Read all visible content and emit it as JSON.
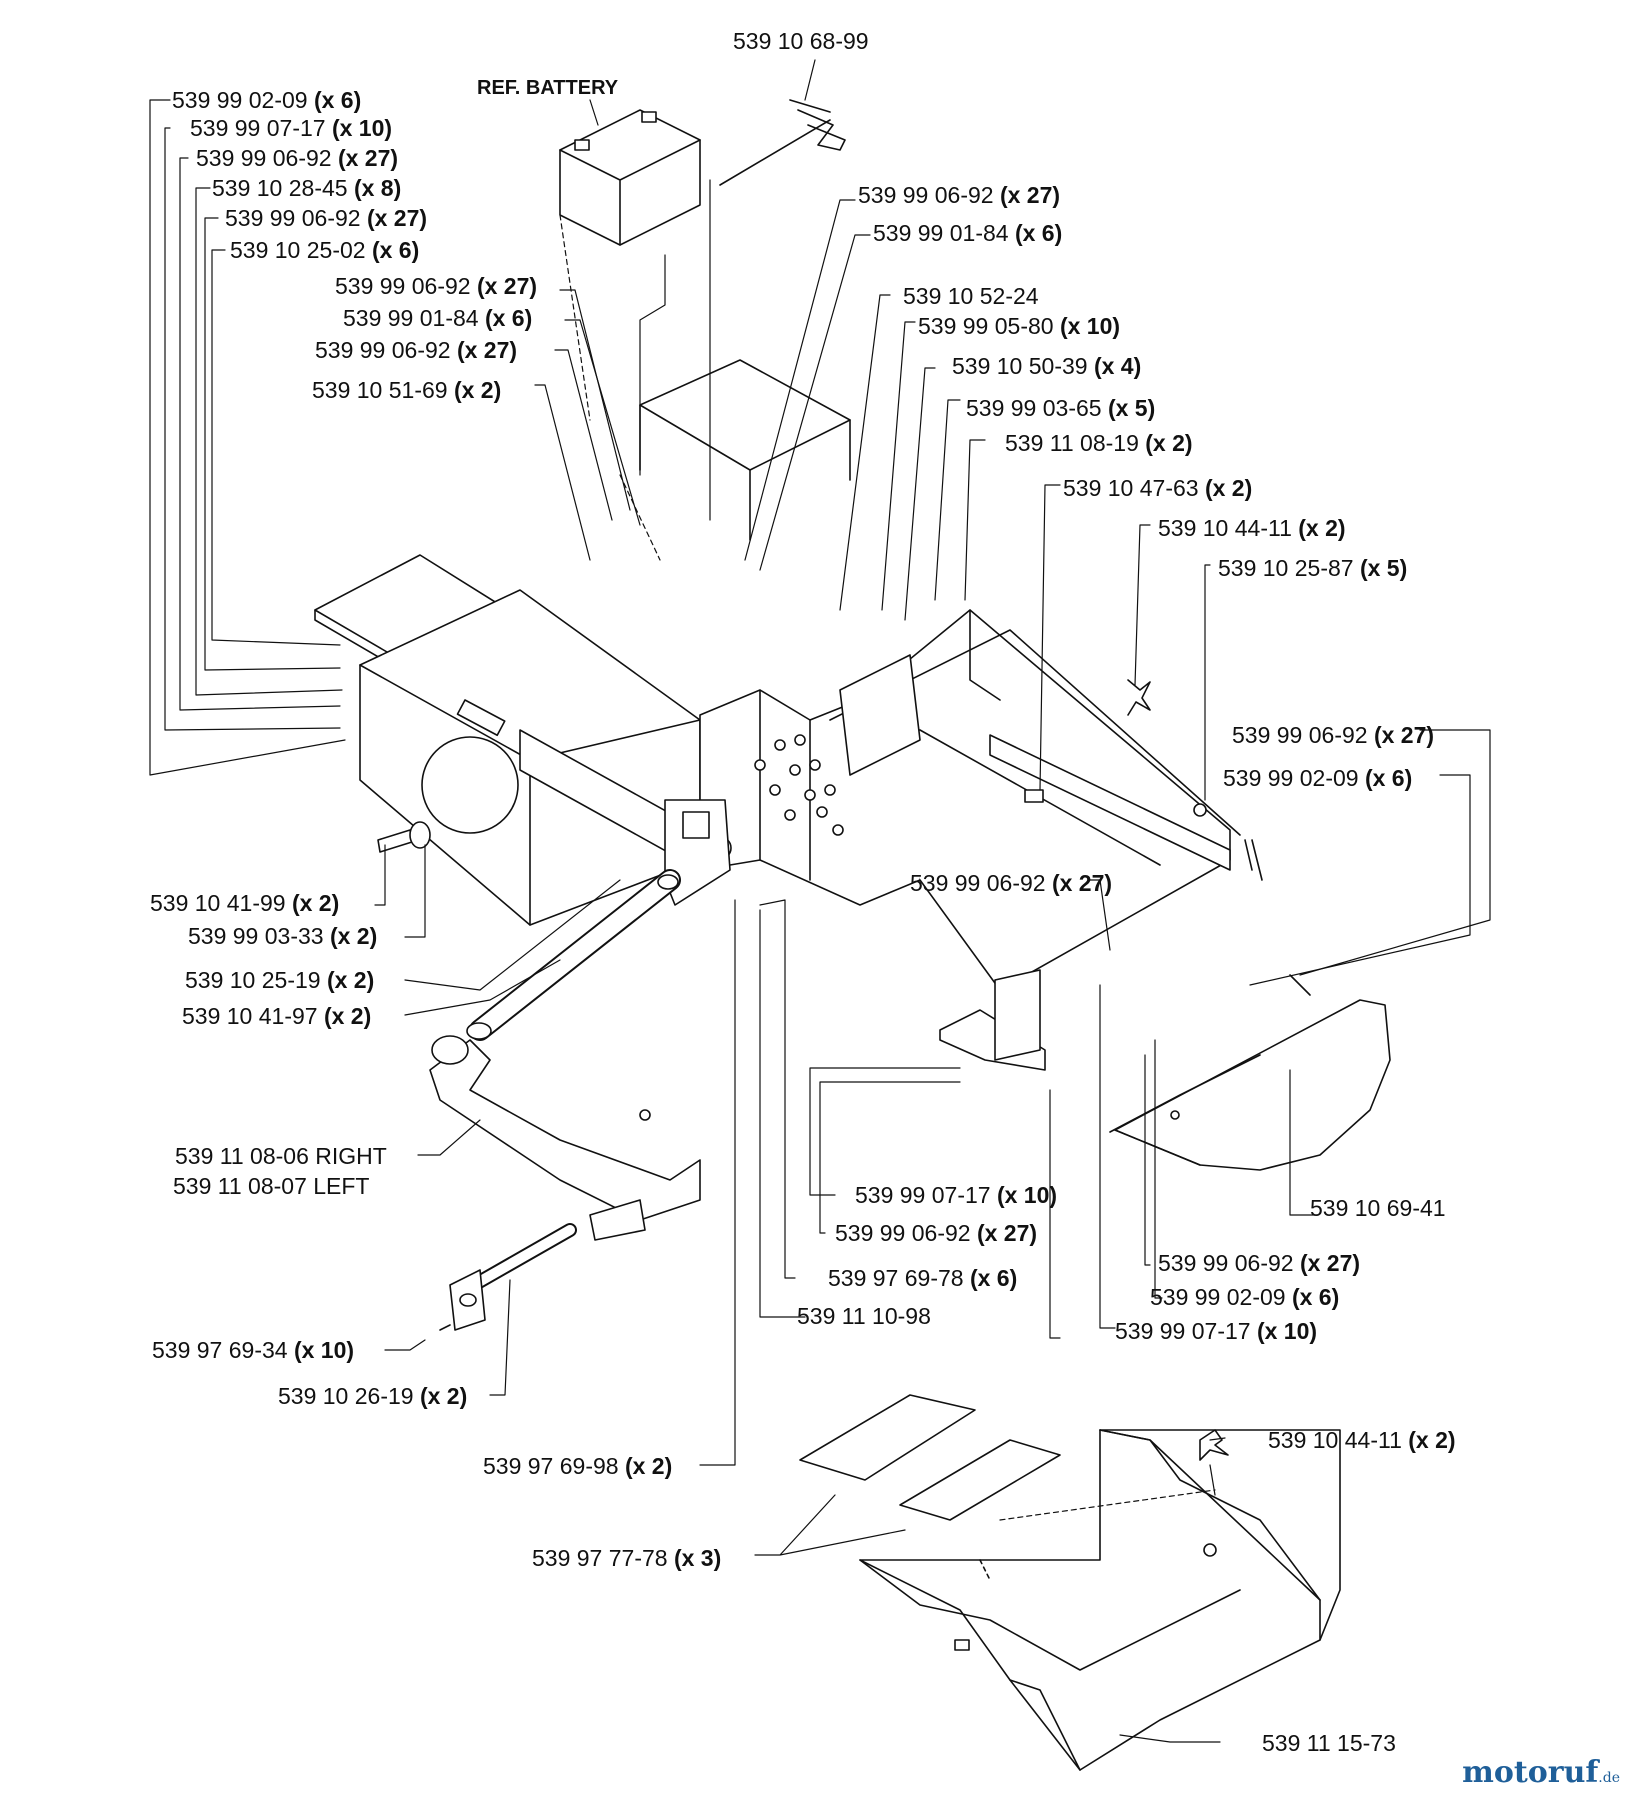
{
  "diagram": {
    "reference_labels": [
      {
        "id": "battery",
        "text": "REF. BATTERY"
      }
    ],
    "part_labels": [
      {
        "part": "539 10 68-99",
        "qty": ""
      },
      {
        "part": "539 99 02-09",
        "qty": "(x 6)"
      },
      {
        "part": "539 99 07-17",
        "qty": "(x 10)"
      },
      {
        "part": "539 99 06-92",
        "qty": "(x 27)"
      },
      {
        "part": "539 10 28-45",
        "qty": "(x 8)"
      },
      {
        "part": "539 99 06-92",
        "qty": "(x 27)"
      },
      {
        "part": "539 10 25-02",
        "qty": "(x 6)"
      },
      {
        "part": "539 99 06-92",
        "qty": "(x 27)"
      },
      {
        "part": "539 99 01-84",
        "qty": "(x 6)"
      },
      {
        "part": "539 99 06-92",
        "qty": "(x 27)"
      },
      {
        "part": "539 10 51-69",
        "qty": "(x 2)"
      },
      {
        "part": "539 99 06-92",
        "qty": "(x 27)"
      },
      {
        "part": "539 99 01-84",
        "qty": "(x 6)"
      },
      {
        "part": "539 10 52-24",
        "qty": ""
      },
      {
        "part": "539 99 05-80",
        "qty": "(x 10)"
      },
      {
        "part": "539 10 50-39 ",
        "qty": "(x 4)"
      },
      {
        "part": "539 99 03-65",
        "qty": "(x 5)"
      },
      {
        "part": "539 11 08-19",
        "qty": "(x 2)"
      },
      {
        "part": "539 10 47-63",
        "qty": "(x 2)"
      },
      {
        "part": "539 10 44-11",
        "qty": "(x 2)"
      },
      {
        "part": "539 10 25-87",
        "qty": "(x 5)"
      },
      {
        "part": "539 99 06-92",
        "qty": "(x 27)"
      },
      {
        "part": "539 99 02-09",
        "qty": "(x 6)"
      },
      {
        "part": "539 10 41-99",
        "qty": "(x 2)"
      },
      {
        "part": "539 99 03-33",
        "qty": "(x 2)"
      },
      {
        "part": "539 10 25-19",
        "qty": "(x 2)"
      },
      {
        "part": "539 10 41-97",
        "qty": "(x 2)"
      },
      {
        "part": "539 99 06-92",
        "qty": "(x 27)"
      },
      {
        "part": "539 11 08-06 RIGHT",
        "qty": ""
      },
      {
        "part": "539 11 08-07 LEFT",
        "qty": ""
      },
      {
        "part": "539 99 07-17",
        "qty": "(x 10)"
      },
      {
        "part": "539 99 06-92",
        "qty": "(x 27)"
      },
      {
        "part": "539 10 69-41",
        "qty": ""
      },
      {
        "part": "539 97 69-78",
        "qty": "(x 6)"
      },
      {
        "part": "539 99 06-92",
        "qty": "(x 27)"
      },
      {
        "part": "539 11 10-98",
        "qty": ""
      },
      {
        "part": "539 99 02-09",
        "qty": "(x 6)"
      },
      {
        "part": "539 99 07-17",
        "qty": "(x 10)"
      },
      {
        "part": "539 97 69-34",
        "qty": "(x 10)"
      },
      {
        "part": "539 10 26-19",
        "qty": "(x 2)"
      },
      {
        "part": "539 97 69-98",
        "qty": "(x 2)"
      },
      {
        "part": "539 10 44-11",
        "qty": "(x 2)"
      },
      {
        "part": "539 97 77-78",
        "qty": "(x 3)"
      },
      {
        "part": "539 11 15-73",
        "qty": ""
      }
    ]
  },
  "watermark": {
    "brand": "motoruf",
    "tld": ".de"
  }
}
